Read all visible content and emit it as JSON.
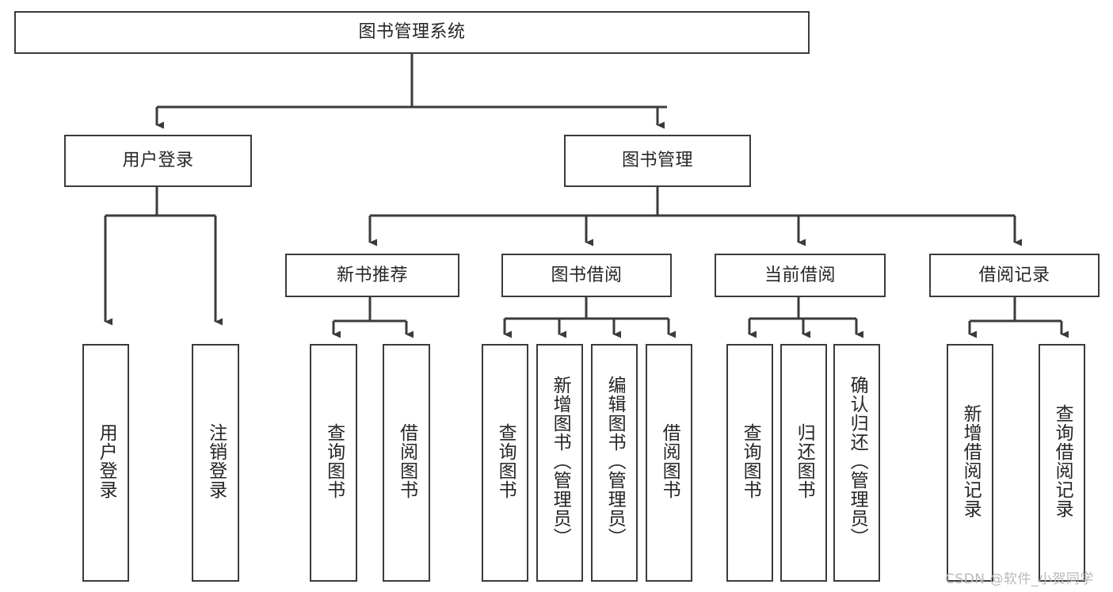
{
  "diagram": {
    "title": "图书管理系统",
    "type": "hierarchy-tree",
    "orientation": "top-down",
    "line_color": "#3b3b3b",
    "box_fill": "#ffffff",
    "text_color": "#262626",
    "levels": 4
  },
  "root": {
    "label": "图书管理系统"
  },
  "level2": [
    {
      "label": "用户登录"
    },
    {
      "label": "图书管理"
    }
  ],
  "level3": [
    {
      "label": "新书推荐"
    },
    {
      "label": "图书借阅"
    },
    {
      "label": "当前借阅"
    },
    {
      "label": "借阅记录"
    }
  ],
  "leaves": {
    "user_login": [
      {
        "label": "用户登录"
      },
      {
        "label": "注销登录"
      }
    ],
    "new_book_recommend": [
      {
        "label": "查询图书"
      },
      {
        "label": "借阅图书"
      }
    ],
    "book_borrow": [
      {
        "label": "查询图书"
      },
      {
        "label": "新增图书（管理员）"
      },
      {
        "label": "编辑图书（管理员）"
      },
      {
        "label": "借阅图书"
      }
    ],
    "current_borrow": [
      {
        "label": "查询图书"
      },
      {
        "label": "归还图书"
      },
      {
        "label": "确认归还（管理员）"
      }
    ],
    "borrow_record": [
      {
        "label": "新增借阅记录"
      },
      {
        "label": "查询借阅记录"
      }
    ]
  },
  "watermark": {
    "text": "CSDN @软件_小贺同学"
  }
}
